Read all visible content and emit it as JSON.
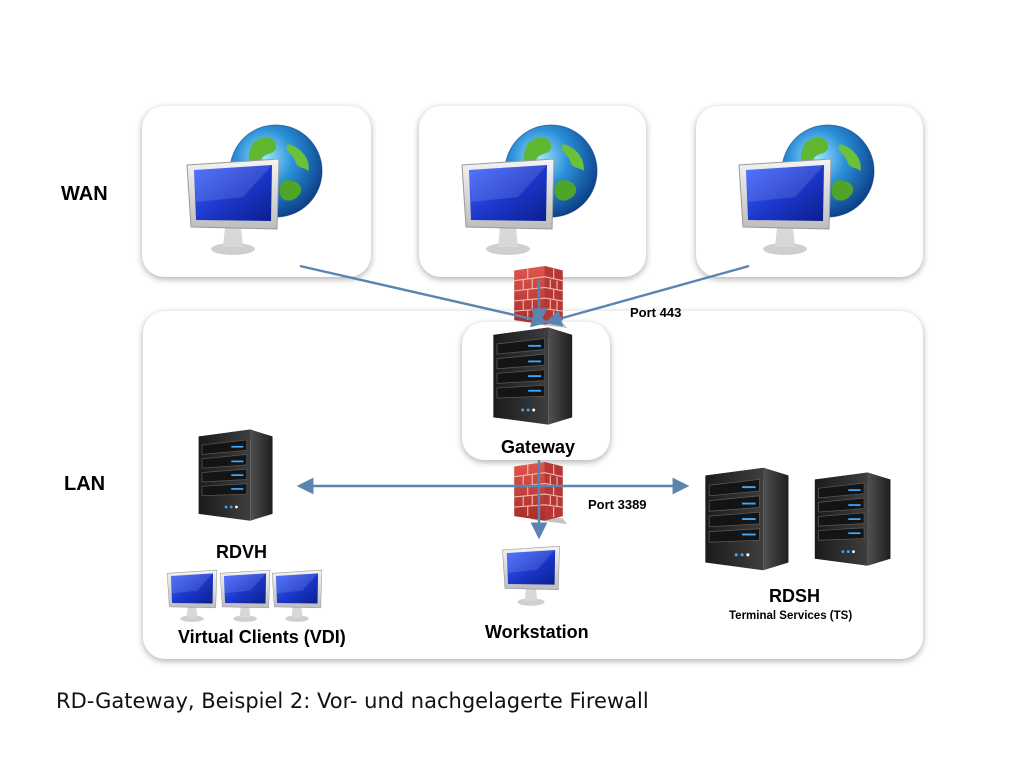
{
  "zones": {
    "wan": "WAN",
    "lan": "LAN"
  },
  "ports": {
    "outer": "Port 443",
    "inner": "Port 3389"
  },
  "nodes": {
    "gateway": "Gateway",
    "rdvh": "RDVH",
    "virtual_clients": "Virtual Clients (VDI)",
    "workstation": "Workstation",
    "rdsh": "RDSH",
    "rdsh_sub": "Terminal Services (TS)"
  },
  "caption": "RD-Gateway, Beispiel 2: Vor- und nachgelagerte Firewall",
  "icons": {
    "wan_client": "globe-computer-icon",
    "server": "server-tower-icon",
    "firewall": "firewall-brick-icon",
    "workstation": "monitor-icon"
  },
  "colors": {
    "arrow": "#5b84b1",
    "brick": "#c8403c",
    "screen": "#1d3fc4",
    "server": "#2b2b2b",
    "server_led": "#3aa7ff"
  }
}
